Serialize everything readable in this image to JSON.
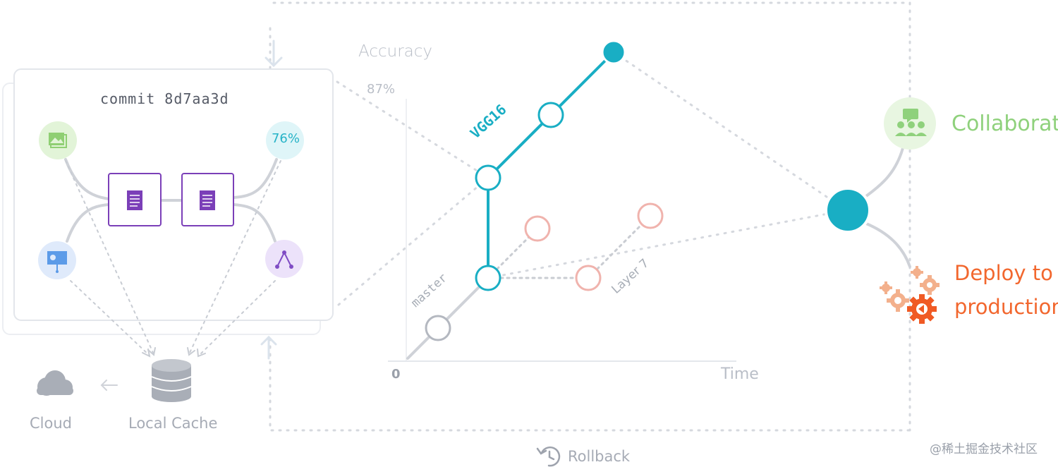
{
  "commit": {
    "title": "commit 8d7aa3d",
    "badge": "76%"
  },
  "graph": {
    "ylabel": "Accuracy",
    "y_tick_top": "87%",
    "origin": "0",
    "xlabel": "Time",
    "branches": {
      "main": "VGG16",
      "base": "master",
      "experiment": "Layer 7"
    }
  },
  "storage": {
    "cloud": "Cloud",
    "local_cache": "Local Cache"
  },
  "actions": {
    "collaborate": "Collaborate",
    "deploy_line1": "Deploy to",
    "deploy_line2": "production",
    "rollback": "Rollback"
  },
  "watermark": "@稀土掘金技术社区",
  "colors": {
    "teal": "#19aec4",
    "green": "#8fd17c",
    "orange": "#f2672e",
    "salmon": "#f0b3ad",
    "purple": "#7b3fb8",
    "gray": "#a6abb5"
  },
  "icons": {
    "image": "image-icon",
    "presentation": "presentation-icon",
    "graph": "graph-icon",
    "document": "document-icon",
    "database": "database-icon",
    "cloud": "cloud-icon",
    "rollback": "rollback-icon",
    "team": "team-icon",
    "gears": "gears-icon"
  }
}
